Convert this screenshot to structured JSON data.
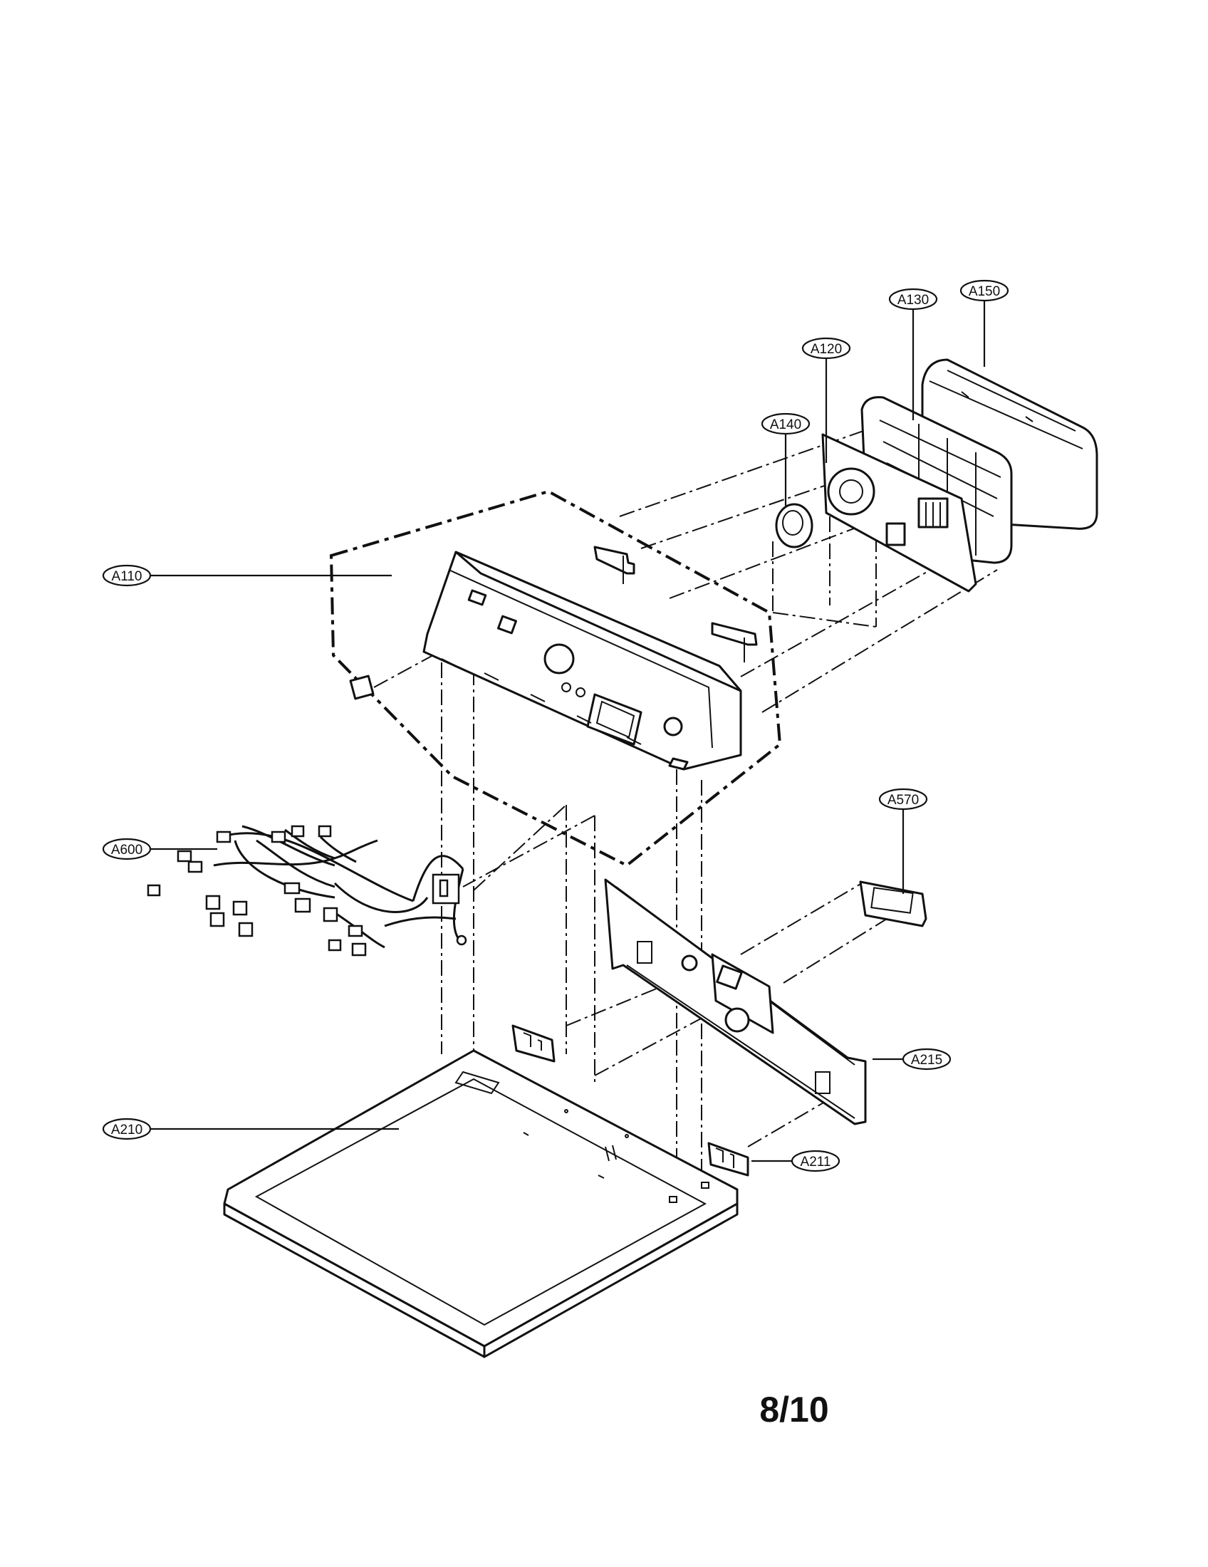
{
  "callouts": {
    "a110": "A110",
    "a120": "A120",
    "a130": "A130",
    "a140": "A140",
    "a150": "A150",
    "a210": "A210",
    "a211": "A211",
    "a215": "A215",
    "a570": "A570",
    "a600": "A600"
  },
  "page_number": "8/10"
}
